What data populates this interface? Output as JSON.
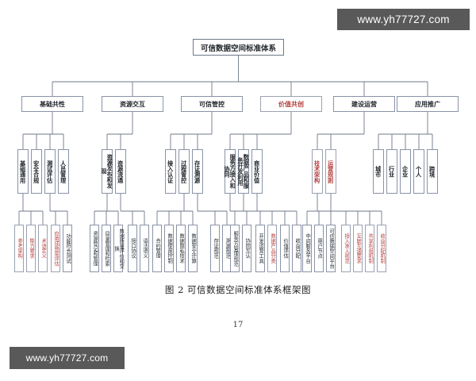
{
  "document": {
    "caption": "图 2 可信数据空间标准体系框架图",
    "page_number": "17"
  },
  "watermarks": {
    "top": "www.yh77727.com",
    "bottom": "www.yh77727.com",
    "box_color": "#595959",
    "text_color": "#ffffff"
  },
  "colors": {
    "node_border": "#8a93a6",
    "node_text": "#23272e",
    "highlight_text": "#b5403f",
    "line": "#6f7889"
  },
  "diagram": {
    "root": {
      "label": "可信数据空间标准体系",
      "highlight": false
    },
    "level2": [
      {
        "label": "基础共性",
        "highlight": false
      },
      {
        "label": "资源交互",
        "highlight": false
      },
      {
        "label": "可信管控",
        "highlight": false
      },
      {
        "label": "价值共创",
        "highlight": true
      },
      {
        "label": "建设运营",
        "highlight": false
      },
      {
        "label": "应用推广",
        "highlight": false
      }
    ],
    "level3": [
      {
        "label": "基础通用",
        "highlight": false,
        "parent": "基础共性"
      },
      {
        "label": "安全合规",
        "highlight": false,
        "parent": "基础共性"
      },
      {
        "label": "测试评估",
        "highlight": false,
        "parent": "基础共性"
      },
      {
        "label": "人员管理",
        "highlight": false,
        "parent": "基础共性"
      },
      {
        "label": "资源发布和发现",
        "highlight": false,
        "parent": "资源交互"
      },
      {
        "label": "资源流通",
        "highlight": false,
        "parent": "资源交互"
      },
      {
        "label": "接入认证",
        "highlight": false,
        "parent": "可信管控"
      },
      {
        "label": "过程管控",
        "highlight": false,
        "parent": "可信管控"
      },
      {
        "label": "存证溯源",
        "highlight": false,
        "parent": "可信管控"
      },
      {
        "label": "服务方接入和协同",
        "highlight": false,
        "parent": "价值共创"
      },
      {
        "label": "数据产品和服务开发利用",
        "highlight": false,
        "parent": "价值共创"
      },
      {
        "label": "商业价值",
        "highlight": false,
        "parent": "价值共创"
      },
      {
        "label": "技术架构",
        "highlight": true,
        "parent": "建设运营"
      },
      {
        "label": "运营规则",
        "highlight": true,
        "parent": "建设运营"
      },
      {
        "label": "城市",
        "highlight": false,
        "parent": "应用推广"
      },
      {
        "label": "行业",
        "highlight": false,
        "parent": "应用推广"
      },
      {
        "label": "企业",
        "highlight": false,
        "parent": "应用推广"
      },
      {
        "label": "个人",
        "highlight": false,
        "parent": "应用推广"
      },
      {
        "label": "跨境",
        "highlight": false,
        "parent": "应用推广"
      }
    ],
    "level4": [
      {
        "label": "参考架构",
        "highlight": true,
        "parent": "基础通用"
      },
      {
        "label": "能力要求",
        "highlight": true,
        "parent": "基础通用"
      },
      {
        "label": "术语定义",
        "highlight": true,
        "parent": "基础通用"
      },
      {
        "label": "应用成熟度评估",
        "highlight": true,
        "parent": "测试评估"
      },
      {
        "label": "功能符合测试",
        "highlight": false,
        "parent": "测试评估"
      },
      {
        "label": "资源登记和管理",
        "highlight": false,
        "parent": "资源发布和发现"
      },
      {
        "label": "目录管理和检索",
        "highlight": false,
        "parent": "资源发布和发现"
      },
      {
        "label": "数据质量评价和交换",
        "highlight": false,
        "parent": "资源发布和发现"
      },
      {
        "label": "接口协议",
        "highlight": false,
        "parent": "资源流通"
      },
      {
        "label": "语法语义",
        "highlight": false,
        "parent": "资源流通"
      },
      {
        "label": "合约管理",
        "highlight": false,
        "parent": "过程管控"
      },
      {
        "label": "数据使用控制",
        "highlight": false,
        "parent": "过程管控"
      },
      {
        "label": "数据隐私技术",
        "highlight": false,
        "parent": "过程管控"
      },
      {
        "label": "数据安全计算",
        "highlight": false,
        "parent": "过程管控"
      },
      {
        "label": "存证规范",
        "highlight": false,
        "parent": "存证溯源"
      },
      {
        "label": "溯源规范",
        "highlight": false,
        "parent": "存证溯源"
      },
      {
        "label": "服务方管理规范",
        "highlight": false,
        "parent": "服务方接入和协同"
      },
      {
        "label": "协同互认",
        "highlight": false,
        "parent": "服务方接入和协同"
      },
      {
        "label": "开发运营工具",
        "highlight": false,
        "parent": "数据产品和服务开发利用"
      },
      {
        "label": "数据产品分类",
        "highlight": true,
        "parent": "数据产品和服务开发利用"
      },
      {
        "label": "价值评估",
        "highlight": false,
        "parent": "商业价值"
      },
      {
        "label": "收益分配",
        "highlight": false,
        "parent": "商业价值"
      },
      {
        "label": "中间服务平台",
        "highlight": false,
        "parent": "技术架构"
      },
      {
        "label": "用户节点",
        "highlight": false,
        "parent": "技术架构"
      },
      {
        "label": "可信数据空间平台",
        "highlight": false,
        "parent": "技术架构"
      },
      {
        "label": "接入准入规范",
        "highlight": true,
        "parent": "运营规则"
      },
      {
        "label": "互联互通要求",
        "highlight": true,
        "parent": "运营规则"
      },
      {
        "label": "共享利用机制",
        "highlight": true,
        "parent": "运营规则"
      },
      {
        "label": "收益分配机制",
        "highlight": true,
        "parent": "运营规则"
      }
    ]
  }
}
